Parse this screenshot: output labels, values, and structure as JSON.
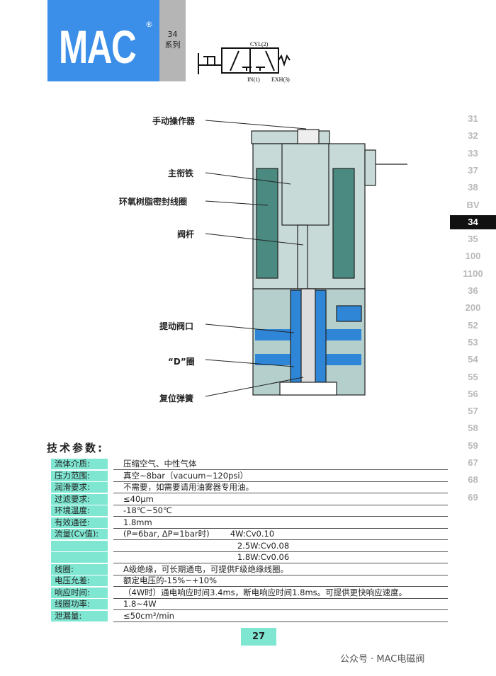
{
  "header": {
    "brand": "MAC",
    "registered": "®",
    "series_number": "34",
    "series_label": "系列"
  },
  "symbol": {
    "port_cyl": "CYL(2)",
    "port_in": "IN(1)",
    "port_exh": "EXH(3)"
  },
  "diagram_labels": [
    "手动操作器",
    "主衔铁",
    "环氧树脂密封线圈",
    "阀杆",
    "提动阀口",
    "“D”圈",
    "复位弹簧"
  ],
  "index": [
    "31",
    "32",
    "33",
    "37",
    "38",
    "BV",
    "34",
    "35",
    "100",
    "1100",
    "36",
    "200",
    "52",
    "53",
    "54",
    "55",
    "56",
    "57",
    "58",
    "59",
    "67",
    "68",
    "69"
  ],
  "index_active": "34",
  "specs_title": "技术参数:",
  "specs": [
    {
      "k": "流体介质:",
      "v": "压缩空气、中性气体"
    },
    {
      "k": "压力范围:",
      "v": "真空~8bar（vacuum~120psi）"
    },
    {
      "k": "润滑要求:",
      "v": "不需要，如需要请用油雾器专用油。"
    },
    {
      "k": "过滤要求:",
      "v": "≤40μm"
    },
    {
      "k": "环境温度:",
      "v": "-18℃~50℃"
    },
    {
      "k": "有效通径:",
      "v": "1.8mm"
    },
    {
      "k": "流量(Cv值):",
      "v": "(P=6bar, ΔP=1bar时)        4W:Cv0.10"
    },
    {
      "k": "",
      "v": "                                            2.5W:Cv0.08"
    },
    {
      "k": "",
      "v": "                                            1.8W:Cv0.06"
    },
    {
      "k": "线圈:",
      "v": "A级绝缘，可长期通电，可提供F级绝缘线圈。"
    },
    {
      "k": "电压允差:",
      "v": "额定电压的-15%~+10%"
    },
    {
      "k": "响应时间:",
      "v": "（4W时）通电响应时间3.4ms，断电响应时间1.8ms。可提供更快响应速度。"
    },
    {
      "k": "线圈功率:",
      "v": "1.8~4W"
    },
    {
      "k": "泄漏量:",
      "v": "≤50cm³/min"
    }
  ],
  "page_number": "27",
  "watermark": "公众号 · MAC电磁阀"
}
